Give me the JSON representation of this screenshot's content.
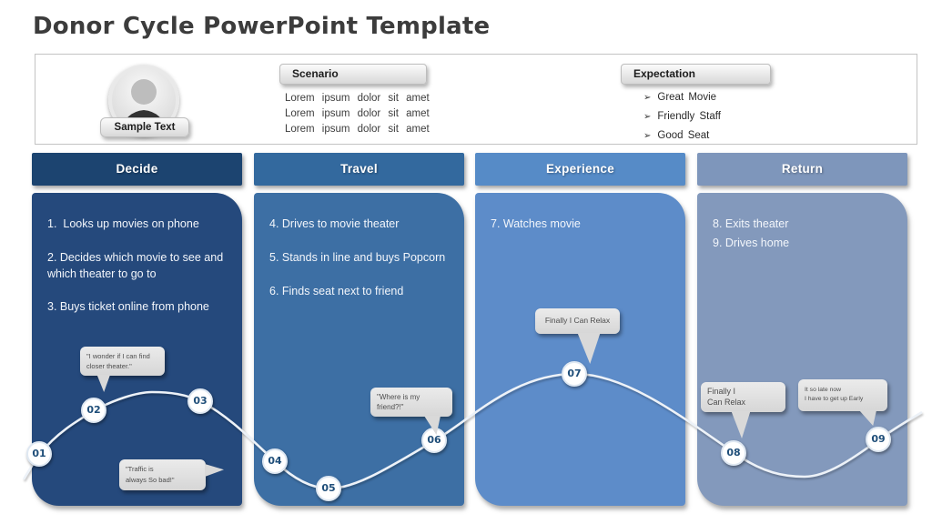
{
  "slide": {
    "title": "Donor Cycle PowerPoint Template"
  },
  "info_panel": {
    "avatar_label": "Sample Text",
    "scenario": {
      "heading": "Scenario",
      "lines": [
        "Lorem ipsum dolor sit amet",
        "Lorem ipsum dolor sit amet",
        "Lorem ipsum dolor sit amet"
      ]
    },
    "expectation": {
      "heading": "Expectation",
      "bullet_glyph": "➢",
      "items": [
        "Great Movie",
        "Friendly Staff",
        "Good Seat"
      ]
    }
  },
  "stages": [
    {
      "label": "Decide",
      "header_color": "#1c4470",
      "body_color": "#25497c",
      "items": [
        "1.  Looks up movies on phone",
        "2. Decides which movie to see and which theater to go to",
        "3. Buys ticket online from phone"
      ]
    },
    {
      "label": "Travel",
      "header_color": "#33699e",
      "body_color": "#3d6fa4",
      "items": [
        "4. Drives to movie theater",
        "5. Stands in line and buys Popcorn",
        "6. Finds seat next to friend"
      ]
    },
    {
      "label": "Experience",
      "header_color": "#568bc7",
      "body_color": "#5d8cc9",
      "items": [
        "7. Watches movie"
      ]
    },
    {
      "label": "Return",
      "header_color": "#7e96bb",
      "body_color": "#8399bc",
      "items": [
        "8. Exits theater",
        "9. Drives home"
      ]
    }
  ],
  "journey": {
    "curve_color": "#edf2f8",
    "nodes": [
      {
        "id": "01"
      },
      {
        "id": "02"
      },
      {
        "id": "03"
      },
      {
        "id": "04"
      },
      {
        "id": "05"
      },
      {
        "id": "06"
      },
      {
        "id": "07"
      },
      {
        "id": "08"
      },
      {
        "id": "09"
      }
    ],
    "bubbles": [
      {
        "lines": [
          "\"I wonder if I can find",
          "closer theater.\""
        ]
      },
      {
        "lines": [
          "\"Traffic is",
          "always So bad!\""
        ]
      },
      {
        "lines": [
          "\"Where is my",
          "friend?!\""
        ]
      },
      {
        "lines": [
          "Finally I Can Relax",
          ""
        ]
      },
      {
        "lines": [
          "Finally I",
          "Can Relax"
        ]
      },
      {
        "lines": [
          "It so late now",
          "I have to get up Early"
        ]
      }
    ]
  }
}
